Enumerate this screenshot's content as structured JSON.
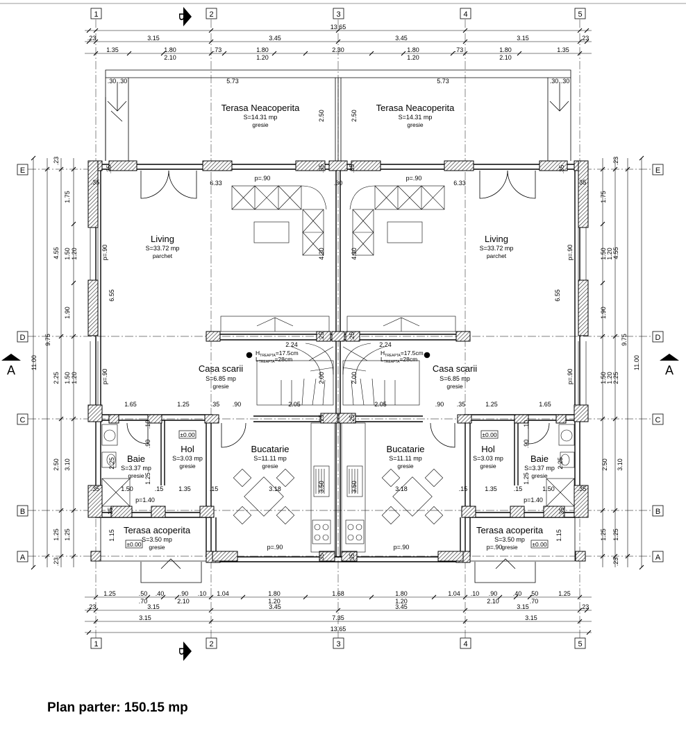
{
  "caption": "Plan parter: 150.15 mp",
  "axes_vertical": [
    "1",
    "2",
    "3",
    "4",
    "5"
  ],
  "axes_horizontal": [
    "E",
    "D",
    "C",
    "B",
    "A"
  ],
  "section_marks": {
    "horizontal": "B",
    "vertical": "A"
  },
  "dims_top": {
    "overall": "13.65",
    "row2": [
      ".23",
      "3.15",
      "3.45",
      "3.45",
      "3.15",
      ".23"
    ],
    "row3_upper": [
      "1.35",
      "1.80",
      ".73",
      "1.80",
      "2.30",
      "1.80",
      ".73",
      "1.80",
      "1.35"
    ],
    "row3_lower": [
      "2.10",
      "1.20",
      "1.20",
      "2.10"
    ]
  },
  "dims_bottom": {
    "row1_upper": [
      "1.25",
      ".50",
      ".40",
      ".90",
      ".10",
      "1.04",
      "1.80",
      "1.68",
      "1.80",
      "1.04",
      ".10",
      ".90",
      ".40",
      ".50",
      "1.25"
    ],
    "row1_lower": [
      ".70",
      "2.10",
      "1.20",
      "1.20",
      "2.10",
      ".70"
    ],
    "row2": [
      ".23",
      "3.15",
      "3.45",
      "3.45",
      "3.15",
      ".23"
    ],
    "row2b": [
      "3.15",
      "7.35",
      "3.15"
    ],
    "overall": "13.65"
  },
  "dims_left": {
    "outer_total": "11.00",
    "col2": [
      "9.75"
    ],
    "col3": [
      "4.55",
      "2.25",
      "2.50",
      "1.25"
    ],
    "col4": [
      "1.75",
      "1.50",
      "1.20",
      "1.90",
      "1.50",
      "1.20",
      "3.10",
      "1.25"
    ],
    "top": ".23",
    "bottom": ".23"
  },
  "dims_right": {
    "outer_total": "11.00",
    "col2": [
      "9.75"
    ],
    "col3": [
      "4.55",
      "2.25",
      "2.50",
      "1.25"
    ],
    "col4": [
      "1.75",
      "1.50",
      "1.20",
      "1.90",
      "1.50",
      "1.20",
      "3.10",
      "1.25"
    ],
    "top": ".23",
    "bottom": ".23"
  },
  "terrace_dims": {
    "side": ".30",
    "width": "5.73",
    "depth": "2.50"
  },
  "interior_dims": {
    "living_width": "6.33",
    "living_depth": "4.30",
    "side_length": "6.55",
    "stair_width": "2.24",
    "stair_depth": "2.00",
    "hall_width": "2.05",
    "wall": ".35",
    "wall2": ".25",
    "wall3": ".30",
    "hol_top_l": [
      "1.65",
      "1.25",
      ".35",
      ".90"
    ],
    "hol_top_r": [
      ".90",
      ".35",
      "1.25",
      "1.65"
    ],
    "bath_w": "1.50",
    "hol_w": "1.35",
    "bath_d": "2.25",
    "hol_d": "1.25",
    "door_h": ".90",
    "small": ".10",
    "bath_wall": ".15",
    "kitchen_d": "3.18",
    "counter": "3.50",
    "terasa_d": "1.15",
    "p_living": "p=.90",
    "p_side": "p=.90",
    "p_hol": "p=1.40",
    "p_kitchen": "p=.90"
  },
  "stair_notes": {
    "h": "H",
    "h_sub": "TREAPTA",
    "h_val": "=17.5cm",
    "l": "L",
    "l_sub": "TREAPTA",
    "l_val": "=28cm"
  },
  "level_marks": [
    "±0.00",
    "±0.00",
    "±0.00",
    "±0.00"
  ],
  "rooms": {
    "terasa_neacoperita": {
      "name": "Terasa Neacoperita",
      "area": "S=14.31 mp",
      "finish": "gresie"
    },
    "living": {
      "name": "Living",
      "area": "S=33.72 mp",
      "finish": "parchet"
    },
    "casa_scarii": {
      "name": "Casa scarii",
      "area": "S=6.85 mp",
      "finish": "gresie"
    },
    "bucatarie": {
      "name": "Bucatarie",
      "area": "S=11.11 mp",
      "finish": "gresie"
    },
    "hol": {
      "name": "Hol",
      "area": "S=3.03 mp",
      "finish": "gresie"
    },
    "baie": {
      "name": "Baie",
      "area": "S=3.37 mp",
      "finish": "gresie"
    },
    "terasa_acoperita": {
      "name": "Terasa acoperita",
      "area": "S=3.50 mp",
      "finish": "gresie"
    }
  }
}
